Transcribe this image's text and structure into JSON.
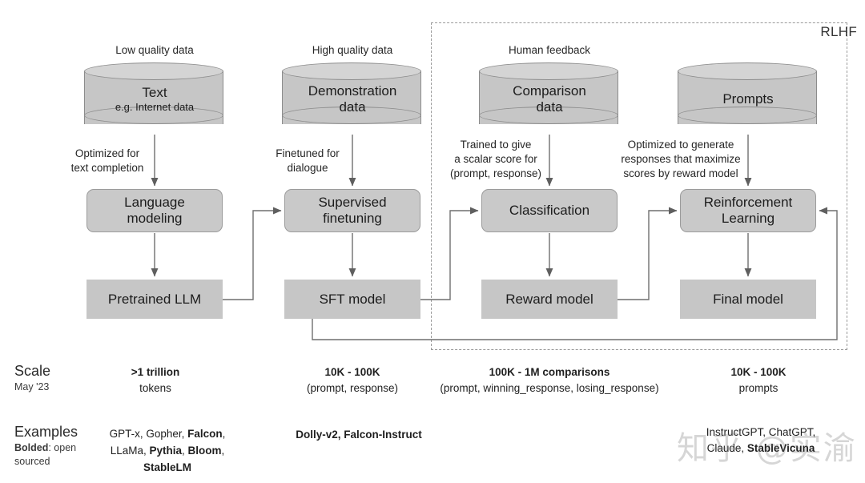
{
  "diagram": {
    "rlhf_label": "RLHF",
    "watermark": "知乎 @实渝",
    "columns": [
      {
        "caption": "Low quality data",
        "source_title": "Text",
        "source_sub": "e.g. Internet data",
        "arrow_label_line1": "Optimized for",
        "arrow_label_line2": "text completion",
        "process_line1": "Language",
        "process_line2": "modeling",
        "model": "Pretrained LLM",
        "scale_line1": ">1 trillion",
        "scale_line2": "tokens",
        "examples": "GPT-x, Gopher, Falcon, LLaMa, Pythia, Bloom, StableLM"
      },
      {
        "caption": "High quality data",
        "source_title": "Demonstration",
        "source_sub": "data",
        "arrow_label_line1": "Finetuned for",
        "arrow_label_line2": "dialogue",
        "process_line1": "Supervised",
        "process_line2": "finetuning",
        "model": "SFT model",
        "scale_line1": "10K - 100K",
        "scale_line2": "(prompt, response)",
        "examples": "Dolly-v2, Falcon-Instruct"
      },
      {
        "caption": "Human feedback",
        "source_title": "Comparison",
        "source_sub": "data",
        "arrow_label_line1": "Trained to give",
        "arrow_label_line2": "a scalar score for",
        "arrow_label_line3": "(prompt, response)",
        "process_line1": "Classification",
        "process_line2": "",
        "model": "Reward model",
        "scale_line1": "100K - 1M comparisons",
        "scale_line2": "(prompt, winning_response, losing_response)",
        "examples": ""
      },
      {
        "caption": "",
        "source_title": "Prompts",
        "source_sub": "",
        "arrow_label_line1": "Optimized to generate",
        "arrow_label_line2": "responses that maximize",
        "arrow_label_line3": "scores by reward model",
        "process_line1": "Reinforcement",
        "process_line2": "Learning",
        "model": "Final model",
        "scale_line1": "10K - 100K",
        "scale_line2": "prompts",
        "examples": "InstructGPT, ChatGPT, Claude, StableVicuna"
      }
    ],
    "rows": {
      "scale_head": "Scale",
      "scale_sub": "May '23",
      "examples_head": "Examples",
      "examples_sub_bold": "Bolded",
      "examples_sub_rest": ": open",
      "examples_sub_line2": "sourced"
    },
    "colors": {
      "cylinder_fill": "#c6c6c6",
      "cylinder_top": "#d4d4d4",
      "process_fill": "#c9c9c9",
      "model_fill": "#c6c6c6",
      "stroke": "#8c8c8c",
      "wire": "#6f6f6f",
      "dashed_border": "#9a9a9a"
    }
  }
}
